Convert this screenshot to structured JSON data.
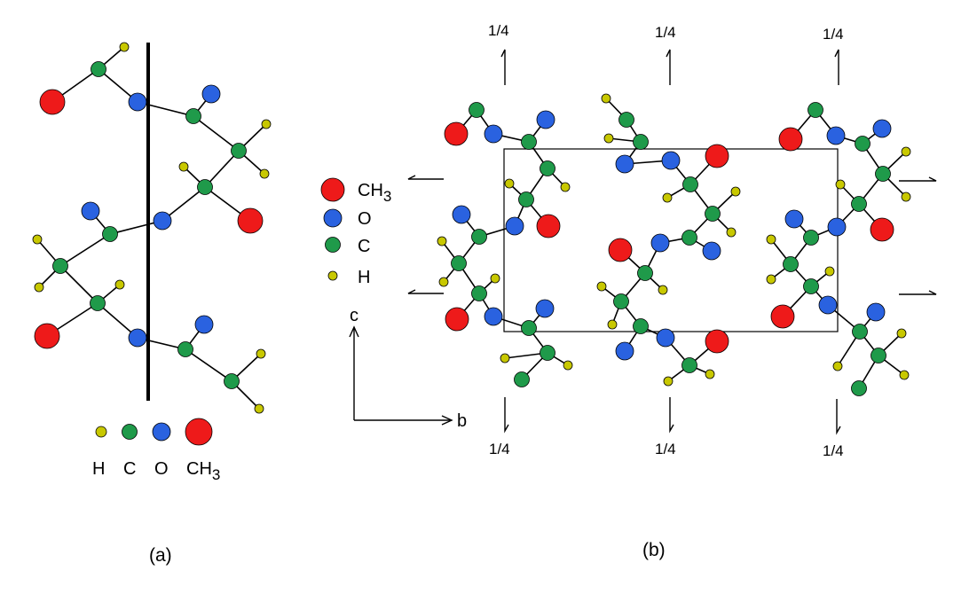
{
  "colors": {
    "H": "#c8c800",
    "C": "#1f9a4a",
    "O": "#2a62e0",
    "CH3": "#ee1a1a",
    "outline": "#000000"
  },
  "panel_a": {
    "caption": "(a)",
    "legend": [
      {
        "atom": "H",
        "label": "H"
      },
      {
        "atom": "C",
        "label": "C"
      },
      {
        "atom": "O",
        "label": "O"
      },
      {
        "atom": "CH3",
        "label": "CH",
        "sub": "3"
      }
    ]
  },
  "panel_b": {
    "caption": "(b)",
    "legend": [
      {
        "atom": "CH3",
        "label": "CH",
        "sub": "3"
      },
      {
        "atom": "O",
        "label": "O"
      },
      {
        "atom": "C",
        "label": "C"
      },
      {
        "atom": "H",
        "label": "H"
      }
    ],
    "axis_c": "c",
    "axis_b": "b",
    "screw_top": [
      "1/4",
      "1/4",
      "1/4"
    ],
    "screw_bottom": [
      "1/4",
      "1/4",
      "1/4"
    ]
  }
}
